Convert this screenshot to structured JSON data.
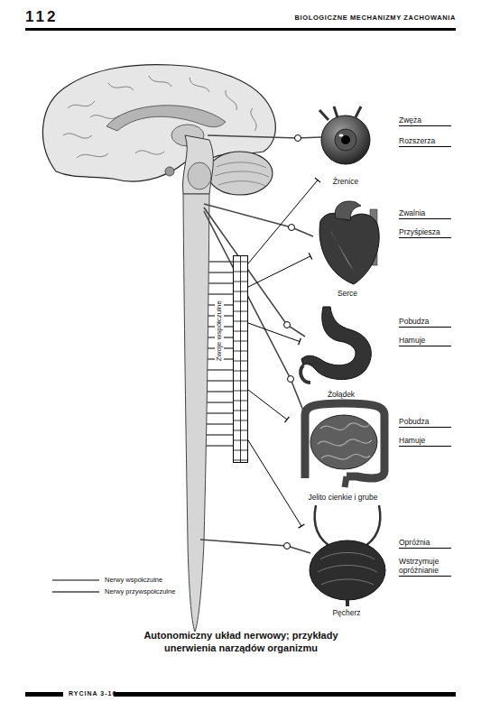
{
  "diagram": {
    "caption": "Autonomiczny układ nerwowy; przykłady unerwienia narządów organizmu",
    "nodes": [
      {
        "text": [
          "Zwoje współczulne"
        ]
      },
      {
        "text": [
          "Źrenice"
        ]
      },
      {
        "text": [
          "Serce"
        ]
      },
      {
        "text": [
          "Żołądek"
        ]
      },
      {
        "text": [
          "Jelito cienkie i grube"
        ]
      },
      {
        "text": [
          "Pęcherz"
        ]
      }
    ],
    "edges": [
      {
        "from": 0,
        "to": 1,
        "arrow": "none"
      },
      {
        "from": 0,
        "to": 2,
        "arrow": "none"
      },
      {
        "from": 0,
        "to": 3,
        "arrow": "none"
      },
      {
        "from": 0,
        "to": 4,
        "arrow": "none"
      },
      {
        "from": 0,
        "to": 5,
        "arrow": "none"
      }
    ],
    "labels": [
      "112",
      "BIOLOGICZNE MECHANIZMY ZACHOWANIA",
      "Zwęża",
      "Rozszerza",
      "Zwalnia",
      "Przyśpiesza",
      "Pobudza",
      "Hamuje",
      "Pobudza",
      "Hamuje",
      "Opróżnia",
      "Wstrzymuje opróżnianie",
      "RYCINA 3-16"
    ],
    "legend": [
      {
        "text": "Nerwy współczulne"
      },
      {
        "text": "Nerwy przywspółczulne"
      }
    ]
  }
}
